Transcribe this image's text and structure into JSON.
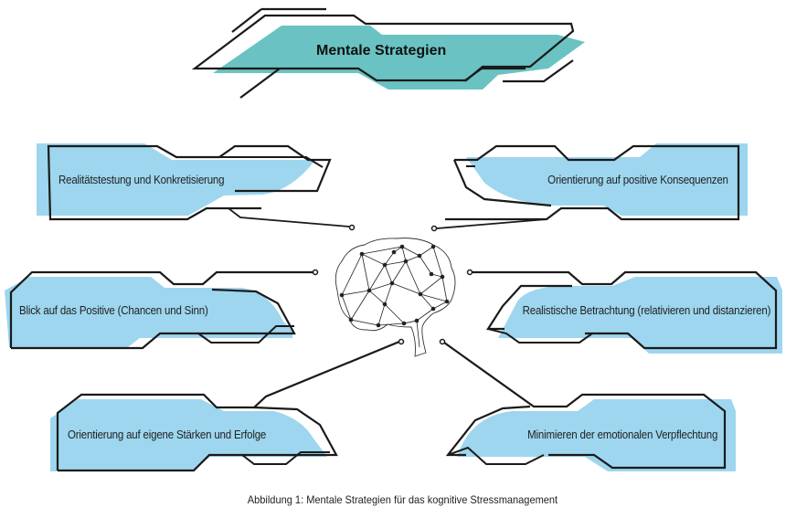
{
  "title": "Mentale Strategien",
  "colors": {
    "title_fill": "#6ac3c2",
    "box_fill": "#9dd6ee",
    "stroke": "#1a1a1a"
  },
  "center_icon": "brain-network-icon",
  "strategies": [
    {
      "id": "top-left",
      "label": "Realitätstestung und Konkretisierung"
    },
    {
      "id": "top-right",
      "label": "Orientierung auf positive Konsequenzen"
    },
    {
      "id": "mid-left",
      "label": "Blick auf das Positive (Chancen und Sinn)"
    },
    {
      "id": "mid-right",
      "label": "Realistische Betrachtung (relativieren und distanzieren)"
    },
    {
      "id": "bottom-left",
      "label": "Orientierung auf eigene Stärken und Erfolge"
    },
    {
      "id": "bottom-right",
      "label": "Minimieren der emotionalen Verpflechtung"
    }
  ],
  "caption": "Abbildung 1: Mentale Strategien für das kognitive Stressmanagement"
}
